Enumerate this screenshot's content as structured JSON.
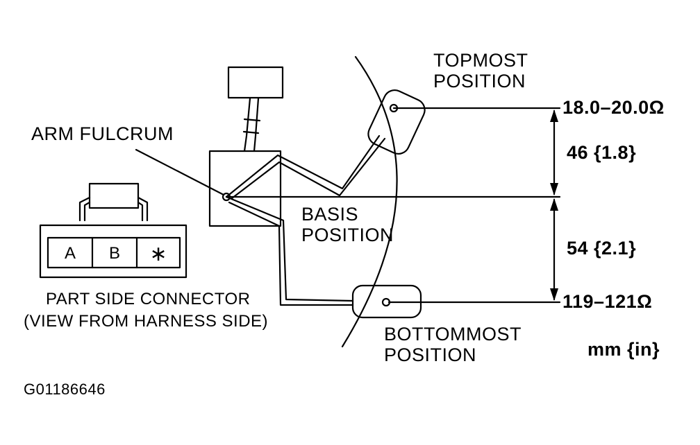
{
  "labels": {
    "topmost": [
      "TOPMOST",
      "POSITION"
    ],
    "basis": [
      "BASIS",
      "POSITION"
    ],
    "bottommost": [
      "BOTTOMMOST",
      "POSITION"
    ],
    "arm_fulcrum": "ARM FULCRUM",
    "resistance_top": "18.0–20.0Ω",
    "resistance_bottom": "119–121Ω",
    "dim_upper": "46 {1.8}",
    "dim_lower": "54 {2.1}",
    "units": "mm {in}",
    "connector_caption": [
      "PART SIDE CONNECTOR",
      "(VIEW FROM HARNESS SIDE)"
    ],
    "figure_code": "G01186646"
  },
  "connector": {
    "pins": [
      "A",
      "B",
      "∗"
    ]
  }
}
